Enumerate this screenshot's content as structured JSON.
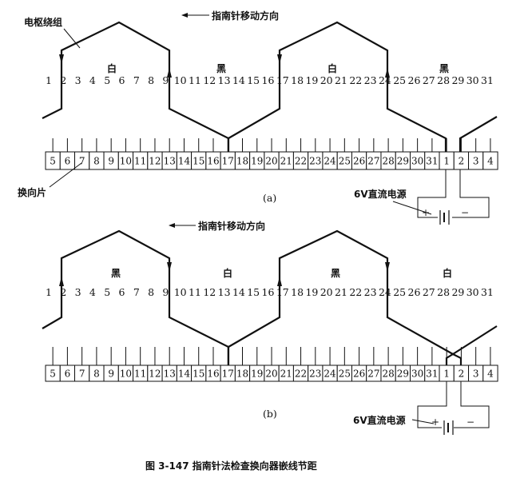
{
  "diagram_a": {
    "direction_label": "指南针移动方向",
    "winding_label": "电枢绕组",
    "commutator_label": "换向片",
    "power_label": "6V直流电源",
    "plus": "+",
    "minus": "−",
    "sub_label": "(a)",
    "poles": [
      "白",
      "黑",
      "白",
      "黑"
    ]
  },
  "diagram_b": {
    "direction_label": "指南针移动方向",
    "power_label": "6V直流电源",
    "plus": "+",
    "minus": "−",
    "sub_label": "(b)",
    "poles": [
      "黑",
      "白",
      "黑",
      "白"
    ]
  },
  "slot_numbers": [
    "1",
    "2",
    "3",
    "4",
    "5",
    "6",
    "7",
    "8",
    "9",
    "10",
    "11",
    "12",
    "13",
    "14",
    "15",
    "16",
    "17",
    "18",
    "19",
    "20",
    "21",
    "22",
    "23",
    "24",
    "25",
    "26",
    "27",
    "28",
    "29",
    "30",
    "31"
  ],
  "commutator_segments": [
    "5",
    "6",
    "7",
    "8",
    "9",
    "10",
    "11",
    "12",
    "13",
    "14",
    "15",
    "16",
    "17",
    "18",
    "19",
    "20",
    "21",
    "22",
    "23",
    "24",
    "25",
    "26",
    "27",
    "28",
    "29",
    "30",
    "31",
    "1",
    "2",
    "3",
    "4"
  ],
  "caption": "图 3-147   指南针法检查换向器嵌线节距"
}
